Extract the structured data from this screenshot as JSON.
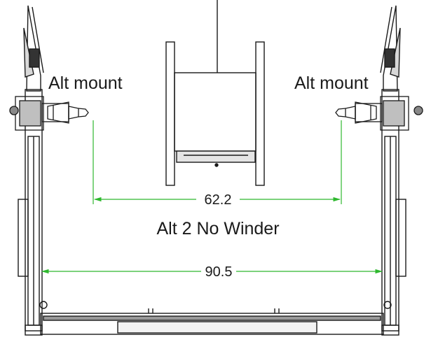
{
  "labels": {
    "alt_mount_left": "Alt mount",
    "alt_mount_right": "Alt mount",
    "config_title": "Alt 2 No Winder"
  },
  "dimensions": {
    "inner_width": "62.2",
    "outer_width": "90.5"
  },
  "colors": {
    "dimension_line": "#2eb82e",
    "frame": "#1a1a1a",
    "background": "#ffffff"
  }
}
